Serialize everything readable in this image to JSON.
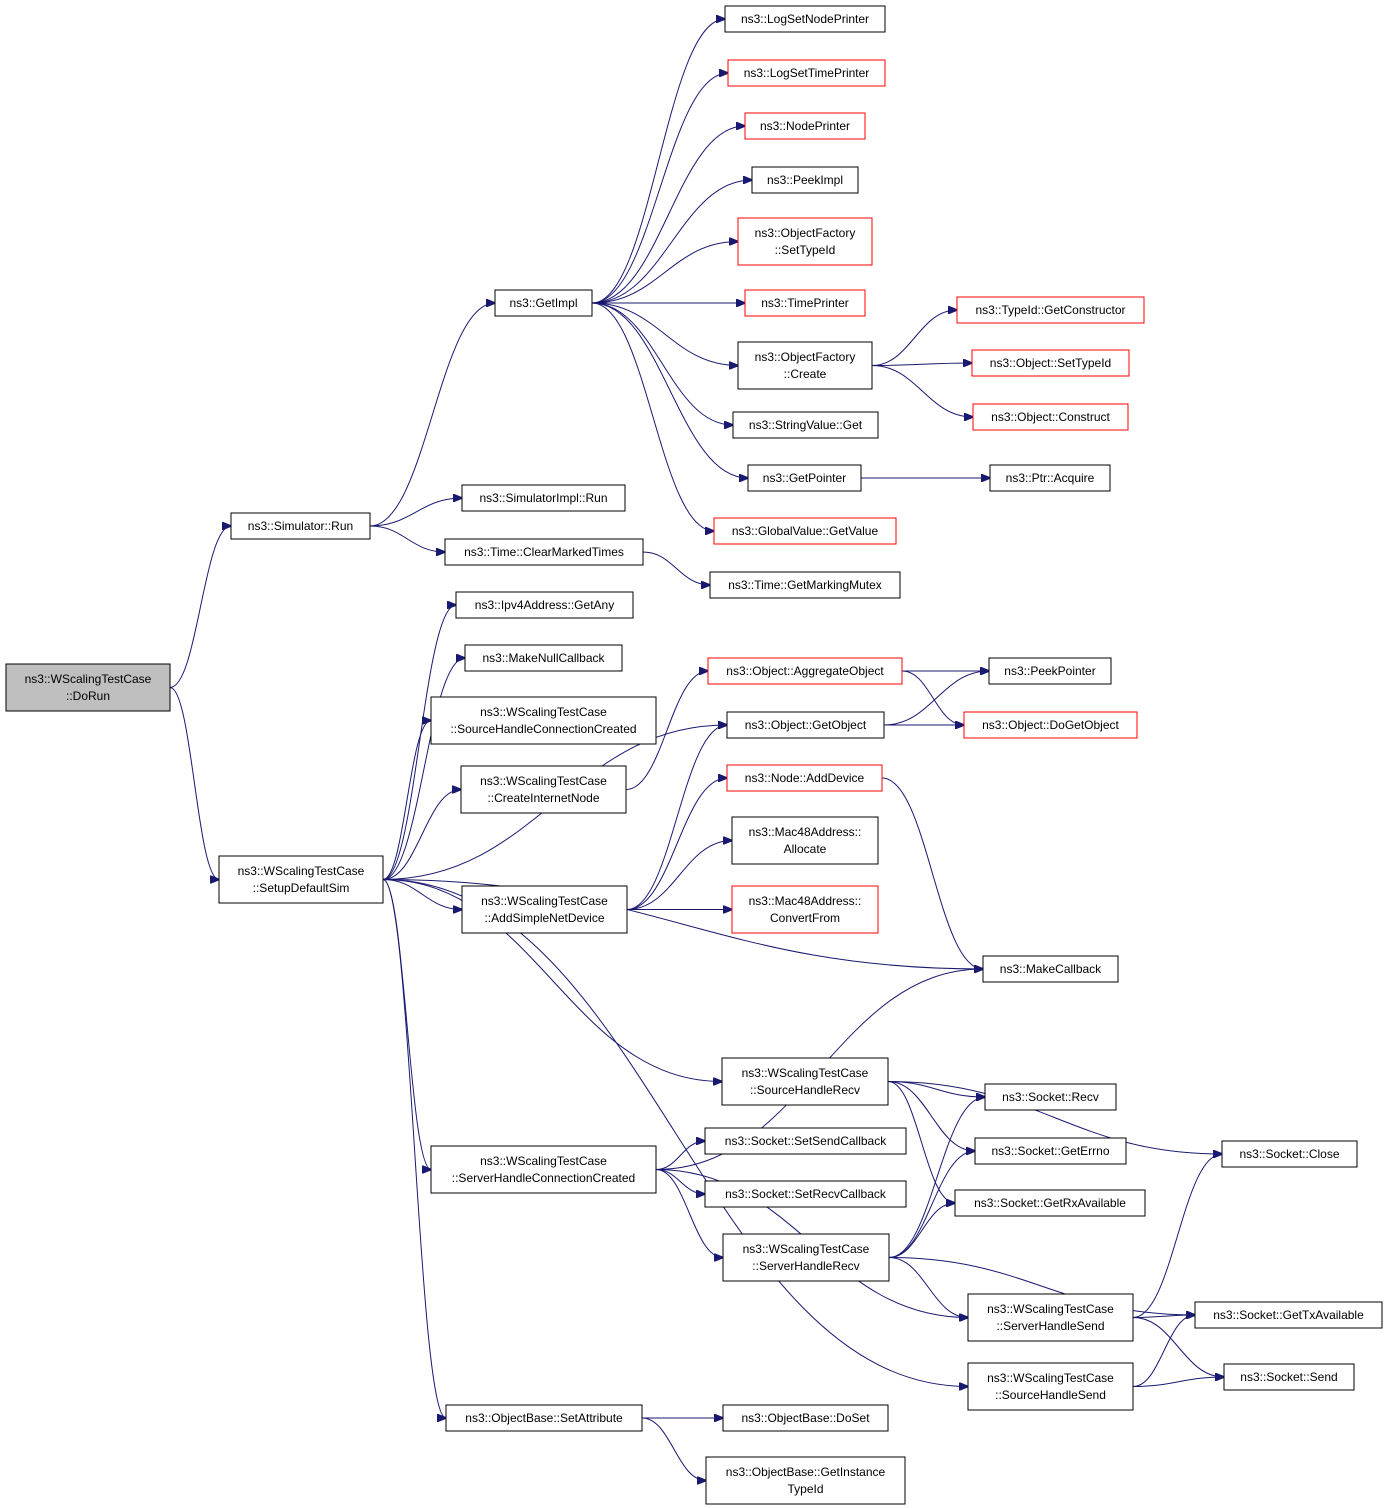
{
  "colors": {
    "edge": "#191970",
    "root_fill": "#bfbfbf",
    "node_fill": "#ffffff",
    "border_normal": "#000000",
    "border_truncated": "#ff0000"
  },
  "nodes": [
    {
      "id": "dorun",
      "lines": [
        "ns3::WScalingTestCase",
        "::DoRun"
      ],
      "root": true
    },
    {
      "id": "simrun",
      "lines": [
        "ns3::Simulator::Run"
      ]
    },
    {
      "id": "setup",
      "lines": [
        "ns3::WScalingTestCase",
        "::SetupDefaultSim"
      ]
    },
    {
      "id": "getimpl",
      "lines": [
        "ns3::GetImpl"
      ]
    },
    {
      "id": "logsetnode",
      "lines": [
        "ns3::LogSetNodePrinter"
      ]
    },
    {
      "id": "logsettime",
      "lines": [
        "ns3::LogSetTimePrinter"
      ],
      "red": true
    },
    {
      "id": "nodeprinter",
      "lines": [
        "ns3::NodePrinter"
      ],
      "red": true
    },
    {
      "id": "peekimpl",
      "lines": [
        "ns3::PeekImpl"
      ]
    },
    {
      "id": "ofsettypeid",
      "lines": [
        "ns3::ObjectFactory",
        "::SetTypeId"
      ],
      "red": true
    },
    {
      "id": "timeprinter",
      "lines": [
        "ns3::TimePrinter"
      ],
      "red": true
    },
    {
      "id": "ofcreate",
      "lines": [
        "ns3::ObjectFactory",
        "::Create"
      ]
    },
    {
      "id": "strget",
      "lines": [
        "ns3::StringValue::Get"
      ]
    },
    {
      "id": "getpointer",
      "lines": [
        "ns3::GetPointer"
      ]
    },
    {
      "id": "globalget",
      "lines": [
        "ns3::GlobalValue::GetValue"
      ],
      "red": true
    },
    {
      "id": "getctor",
      "lines": [
        "ns3::TypeId::GetConstructor"
      ],
      "red": true
    },
    {
      "id": "objsettypeid",
      "lines": [
        "ns3::Object::SetTypeId"
      ],
      "red": true
    },
    {
      "id": "objconstruct",
      "lines": [
        "ns3::Object::Construct"
      ],
      "red": true
    },
    {
      "id": "ptracquire",
      "lines": [
        "ns3::Ptr::Acquire"
      ]
    },
    {
      "id": "simimplrun",
      "lines": [
        "ns3::SimulatorImpl::Run"
      ]
    },
    {
      "id": "clearmarked",
      "lines": [
        "ns3::Time::ClearMarkedTimes"
      ]
    },
    {
      "id": "markingmutex",
      "lines": [
        "ns3::Time::GetMarkingMutex"
      ]
    },
    {
      "id": "ipv4any",
      "lines": [
        "ns3::Ipv4Address::GetAny"
      ]
    },
    {
      "id": "nullcb",
      "lines": [
        "ns3::MakeNullCallback"
      ]
    },
    {
      "id": "srcconncreated",
      "lines": [
        "ns3::WScalingTestCase",
        "::SourceHandleConnectionCreated"
      ]
    },
    {
      "id": "createnode",
      "lines": [
        "ns3::WScalingTestCase",
        "::CreateInternetNode"
      ]
    },
    {
      "id": "aggregate",
      "lines": [
        "ns3::Object::AggregateObject"
      ],
      "red": true
    },
    {
      "id": "getobject",
      "lines": [
        "ns3::Object::GetObject"
      ]
    },
    {
      "id": "peekpointer",
      "lines": [
        "ns3::PeekPointer"
      ]
    },
    {
      "id": "dogetobject",
      "lines": [
        "ns3::Object::DoGetObject"
      ],
      "red": true
    },
    {
      "id": "adddevice",
      "lines": [
        "ns3::Node::AddDevice"
      ],
      "red": true
    },
    {
      "id": "macalloc",
      "lines": [
        "ns3::Mac48Address::",
        "Allocate"
      ]
    },
    {
      "id": "addsimple",
      "lines": [
        "ns3::WScalingTestCase",
        "::AddSimpleNetDevice"
      ]
    },
    {
      "id": "macconvert",
      "lines": [
        "ns3::Mac48Address::",
        "ConvertFrom"
      ],
      "red": true
    },
    {
      "id": "makecb",
      "lines": [
        "ns3::MakeCallback"
      ]
    },
    {
      "id": "srcrecv",
      "lines": [
        "ns3::WScalingTestCase",
        "::SourceHandleRecv"
      ]
    },
    {
      "id": "sockrecv",
      "lines": [
        "ns3::Socket::Recv"
      ]
    },
    {
      "id": "sockerrno",
      "lines": [
        "ns3::Socket::GetErrno"
      ]
    },
    {
      "id": "sockclose",
      "lines": [
        "ns3::Socket::Close"
      ]
    },
    {
      "id": "srvconncreated",
      "lines": [
        "ns3::WScalingTestCase",
        "::ServerHandleConnectionCreated"
      ]
    },
    {
      "id": "setsendcb",
      "lines": [
        "ns3::Socket::SetSendCallback"
      ]
    },
    {
      "id": "setrecvcb",
      "lines": [
        "ns3::Socket::SetRecvCallback"
      ]
    },
    {
      "id": "rxavail",
      "lines": [
        "ns3::Socket::GetRxAvailable"
      ]
    },
    {
      "id": "srvrecv",
      "lines": [
        "ns3::WScalingTestCase",
        "::ServerHandleRecv"
      ]
    },
    {
      "id": "srvsend",
      "lines": [
        "ns3::WScalingTestCase",
        "::ServerHandleSend"
      ]
    },
    {
      "id": "txavail",
      "lines": [
        "ns3::Socket::GetTxAvailable"
      ]
    },
    {
      "id": "srcsend",
      "lines": [
        "ns3::WScalingTestCase",
        "::SourceHandleSend"
      ]
    },
    {
      "id": "socksend",
      "lines": [
        "ns3::Socket::Send"
      ]
    },
    {
      "id": "setattr",
      "lines": [
        "ns3::ObjectBase::SetAttribute"
      ]
    },
    {
      "id": "doset",
      "lines": [
        "ns3::ObjectBase::DoSet"
      ]
    },
    {
      "id": "getinstance",
      "lines": [
        "ns3::ObjectBase::GetInstance",
        "TypeId"
      ]
    }
  ],
  "edges": [
    [
      "dorun",
      "simrun"
    ],
    [
      "dorun",
      "setup"
    ],
    [
      "simrun",
      "getimpl"
    ],
    [
      "simrun",
      "simimplrun"
    ],
    [
      "simrun",
      "clearmarked"
    ],
    [
      "getimpl",
      "logsetnode"
    ],
    [
      "getimpl",
      "logsettime"
    ],
    [
      "getimpl",
      "nodeprinter"
    ],
    [
      "getimpl",
      "peekimpl"
    ],
    [
      "getimpl",
      "ofsettypeid"
    ],
    [
      "getimpl",
      "timeprinter"
    ],
    [
      "getimpl",
      "ofcreate"
    ],
    [
      "getimpl",
      "strget"
    ],
    [
      "getimpl",
      "getpointer"
    ],
    [
      "getimpl",
      "globalget"
    ],
    [
      "ofcreate",
      "getctor"
    ],
    [
      "ofcreate",
      "objsettypeid"
    ],
    [
      "ofcreate",
      "objconstruct"
    ],
    [
      "getpointer",
      "ptracquire"
    ],
    [
      "clearmarked",
      "markingmutex"
    ],
    [
      "setup",
      "ipv4any"
    ],
    [
      "setup",
      "nullcb"
    ],
    [
      "setup",
      "srcconncreated"
    ],
    [
      "setup",
      "createnode"
    ],
    [
      "setup",
      "getobject"
    ],
    [
      "setup",
      "addsimple"
    ],
    [
      "setup",
      "makecb"
    ],
    [
      "setup",
      "srcrecv"
    ],
    [
      "setup",
      "srvconncreated"
    ],
    [
      "setup",
      "srcsend"
    ],
    [
      "setup",
      "setattr"
    ],
    [
      "createnode",
      "aggregate"
    ],
    [
      "aggregate",
      "peekpointer"
    ],
    [
      "aggregate",
      "dogetobject"
    ],
    [
      "getobject",
      "peekpointer"
    ],
    [
      "getobject",
      "dogetobject"
    ],
    [
      "addsimple",
      "getobject"
    ],
    [
      "addsimple",
      "adddevice"
    ],
    [
      "addsimple",
      "macalloc"
    ],
    [
      "addsimple",
      "macconvert"
    ],
    [
      "adddevice",
      "makecb"
    ],
    [
      "srcrecv",
      "sockrecv"
    ],
    [
      "srcrecv",
      "sockerrno"
    ],
    [
      "srcrecv",
      "sockclose"
    ],
    [
      "srcrecv",
      "rxavail"
    ],
    [
      "srvconncreated",
      "makecb"
    ],
    [
      "srvconncreated",
      "setsendcb"
    ],
    [
      "srvconncreated",
      "setrecvcb"
    ],
    [
      "srvconncreated",
      "srvrecv"
    ],
    [
      "srvconncreated",
      "srvsend"
    ],
    [
      "srvrecv",
      "sockrecv"
    ],
    [
      "srvrecv",
      "sockerrno"
    ],
    [
      "srvrecv",
      "rxavail"
    ],
    [
      "srvrecv",
      "srvsend"
    ],
    [
      "srvrecv",
      "txavail"
    ],
    [
      "srvsend",
      "sockclose"
    ],
    [
      "srvsend",
      "txavail"
    ],
    [
      "srvsend",
      "socksend"
    ],
    [
      "srcsend",
      "txavail"
    ],
    [
      "srcsend",
      "socksend"
    ],
    [
      "setattr",
      "doset"
    ],
    [
      "setattr",
      "getinstance"
    ]
  ]
}
